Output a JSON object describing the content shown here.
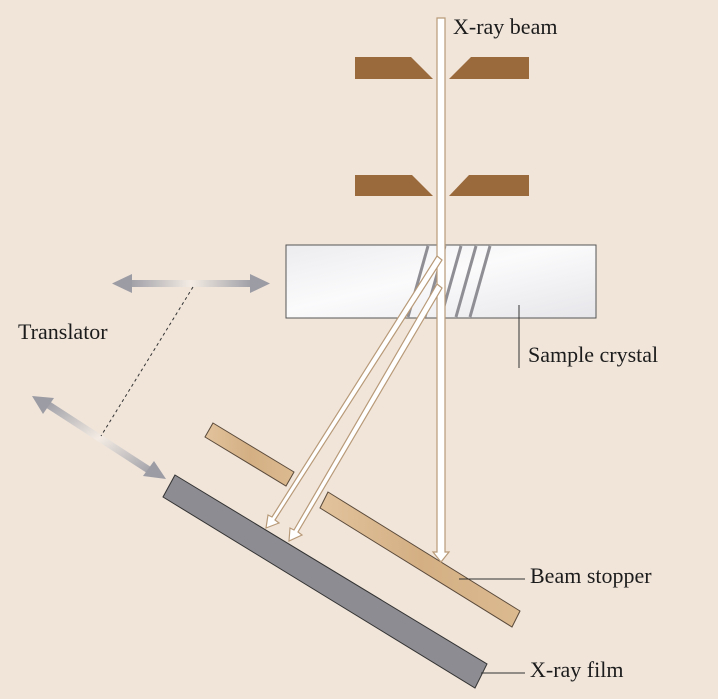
{
  "labels": {
    "beam": "X-ray beam",
    "crystal": "Sample crystal",
    "translator": "Translator",
    "stopper": "Beam stopper",
    "film": "X-ray film"
  },
  "colors": {
    "background": "#f1e5da",
    "slit": "#9a6a3c",
    "stopper": "#d6b48a",
    "film": "#8c8c92",
    "beam_fill": "#ffffff",
    "beam_edge": "#b89a78",
    "arrow": "#a8a8b0"
  }
}
